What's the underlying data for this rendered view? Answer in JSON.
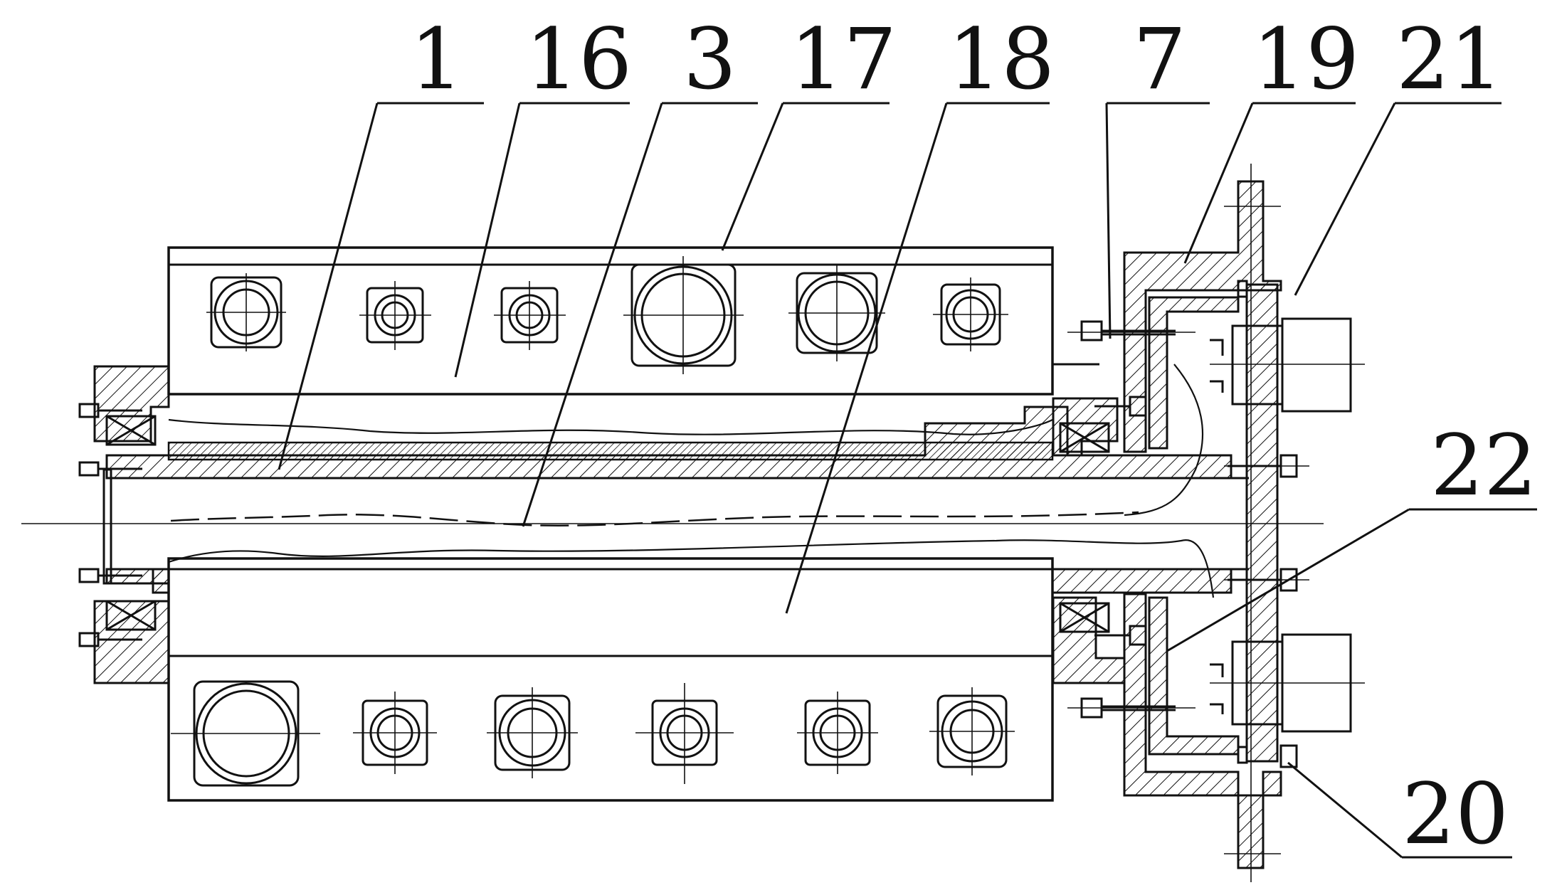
{
  "figure": {
    "labels": [
      {
        "id": "label-1",
        "text": "1"
      },
      {
        "id": "label-16",
        "text": "16"
      },
      {
        "id": "label-3",
        "text": "3"
      },
      {
        "id": "label-17",
        "text": "17"
      },
      {
        "id": "label-18",
        "text": "18"
      },
      {
        "id": "label-7",
        "text": "7"
      },
      {
        "id": "label-19",
        "text": "19"
      },
      {
        "id": "label-21",
        "text": "21"
      },
      {
        "id": "label-22",
        "text": "22"
      },
      {
        "id": "label-20",
        "text": "20"
      }
    ]
  }
}
